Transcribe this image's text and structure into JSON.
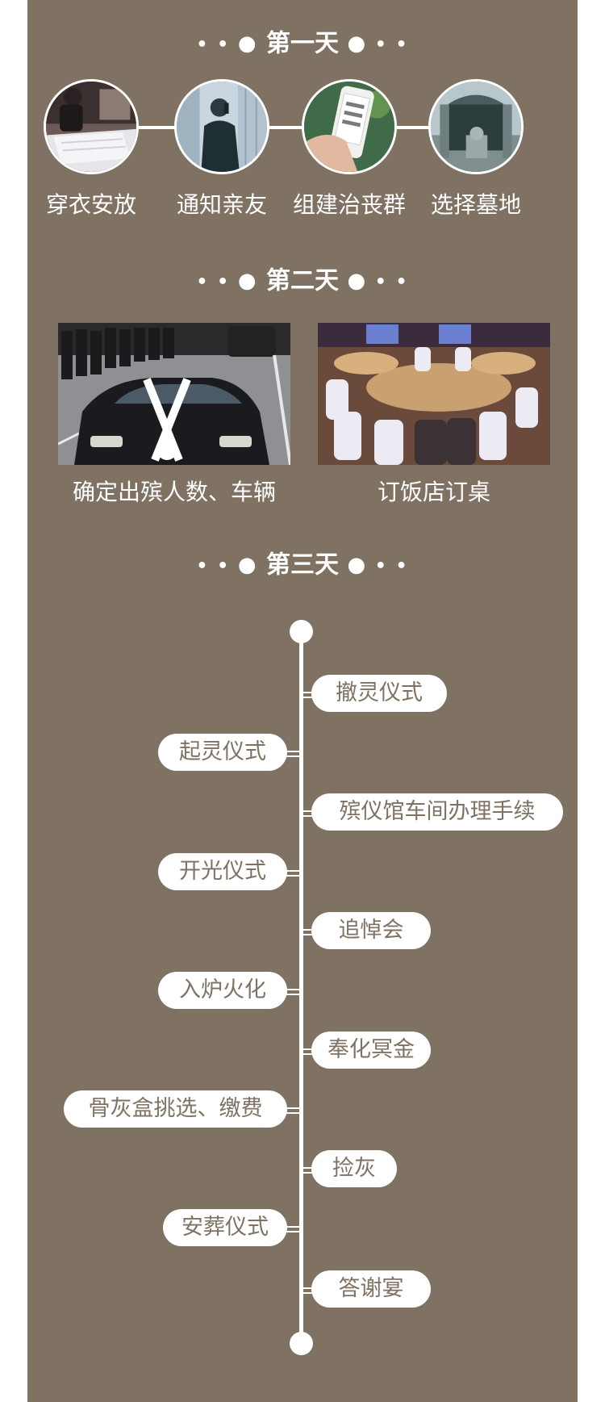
{
  "days": {
    "day1": "第一天",
    "day2": "第二天",
    "day3": "第三天"
  },
  "decor": {
    "left_dots": "•••",
    "right_dots": "•••"
  },
  "day1_items": [
    {
      "label": "穿衣安放",
      "icon": "bedding-photo"
    },
    {
      "label": "通知亲友",
      "icon": "phone-call-photo"
    },
    {
      "label": "组建治丧群",
      "icon": "smartphone-photo"
    },
    {
      "label": "选择墓地",
      "icon": "cemetery-photo"
    }
  ],
  "day2_items": [
    {
      "label": "确定出殡人数、车辆",
      "icon": "funeral-car-photo"
    },
    {
      "label": "订饭店订桌",
      "icon": "banquet-hall-photo"
    }
  ],
  "day3_steps": [
    {
      "label": "撤灵仪式",
      "side": "right"
    },
    {
      "label": "起灵仪式",
      "side": "left"
    },
    {
      "label": "殡仪馆车间办理手续",
      "side": "right"
    },
    {
      "label": "开光仪式",
      "side": "left"
    },
    {
      "label": "追悼会",
      "side": "right"
    },
    {
      "label": "入炉火化",
      "side": "left"
    },
    {
      "label": "奉化冥金",
      "side": "right"
    },
    {
      "label": "骨灰盒挑选、缴费",
      "side": "left"
    },
    {
      "label": "捡灰",
      "side": "right"
    },
    {
      "label": "安葬仪式",
      "side": "left"
    },
    {
      "label": "答谢宴",
      "side": "right"
    }
  ],
  "colors": {
    "panel": "#7f7262",
    "text_light": "#ffffff",
    "pill_text": "#7f7262"
  }
}
